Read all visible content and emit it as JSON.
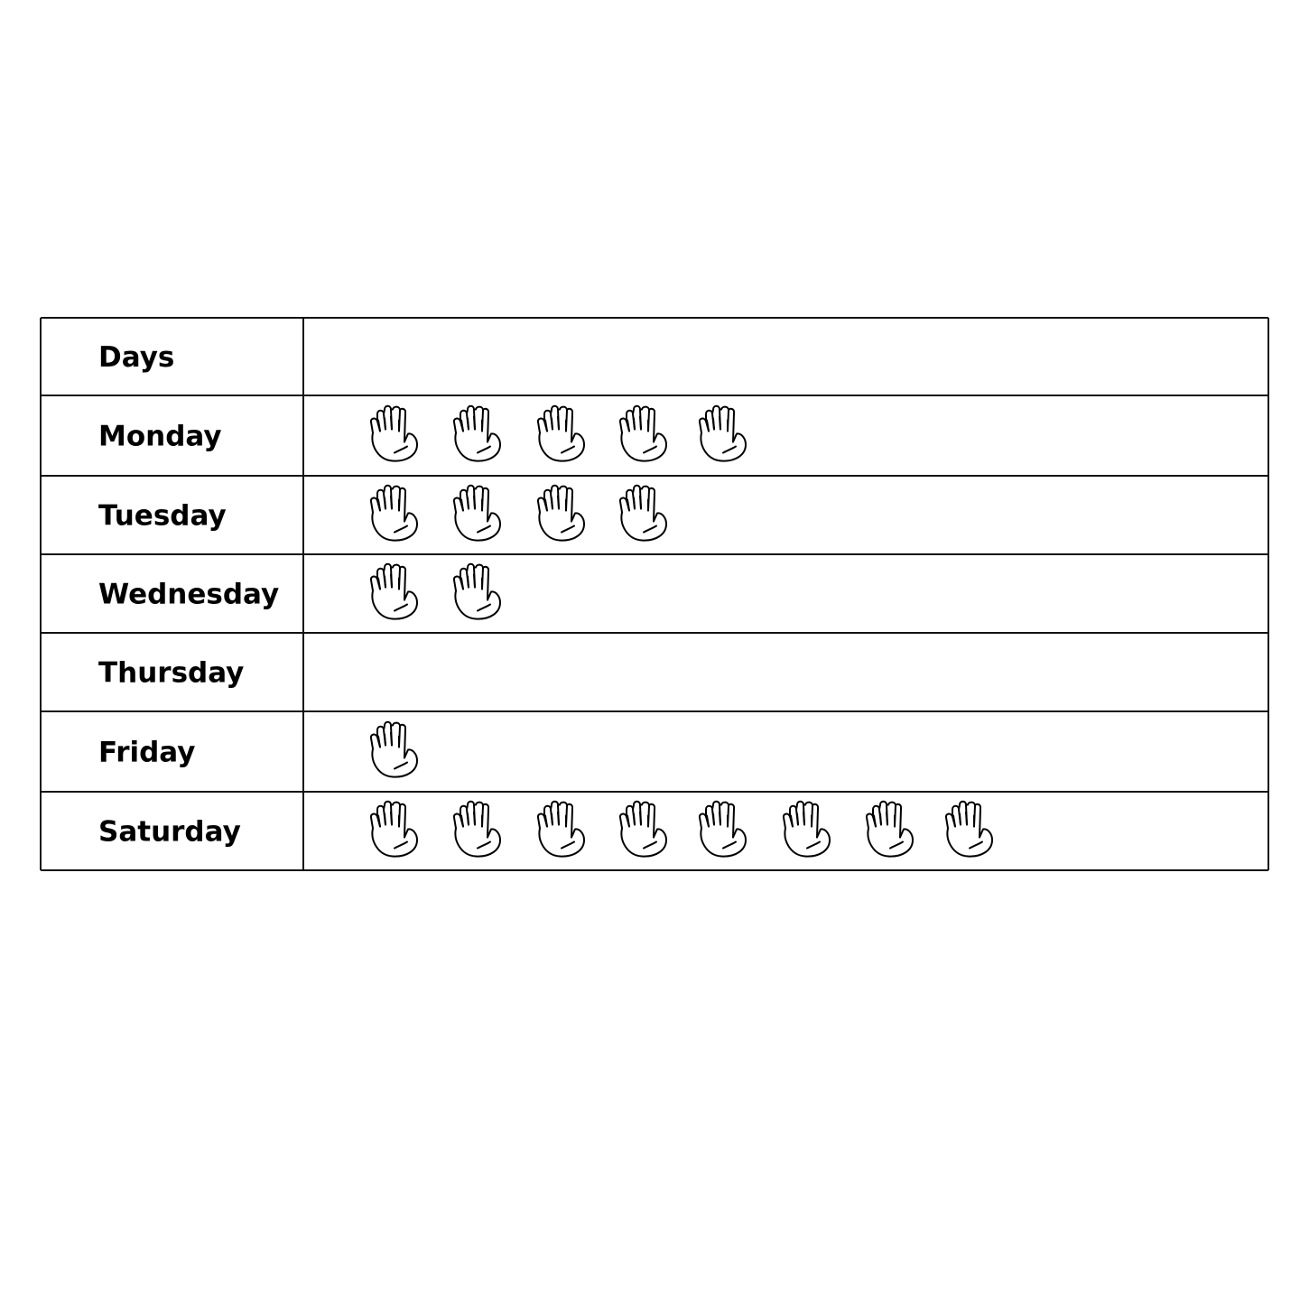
{
  "chart_data": {
    "type": "pictograph",
    "header": {
      "label": "Days",
      "value_column": ""
    },
    "categories": [
      "Monday",
      "Tuesday",
      "Wednesday",
      "Thursday",
      "Friday",
      "Saturday"
    ],
    "values": [
      5,
      4,
      2,
      0,
      1,
      8
    ],
    "icon": "hand-icon",
    "grid": true
  }
}
